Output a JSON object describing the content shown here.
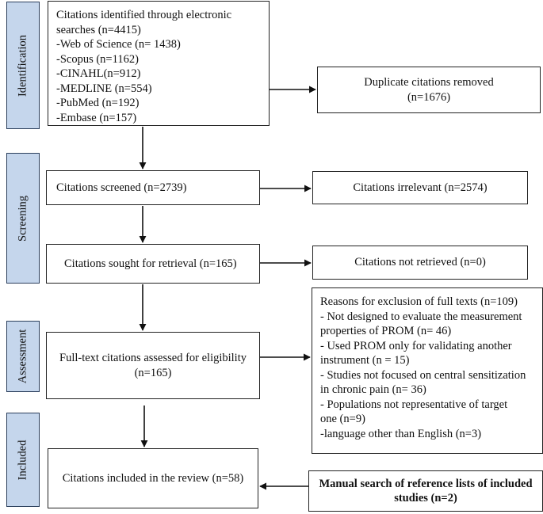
{
  "phases": {
    "identification": "Identification",
    "screening": "Screening",
    "assessment": "Assessment",
    "included": "Included"
  },
  "identified": {
    "lines": [
      "Citations identified through electronic",
      "searches (n=4415)",
      "-Web of Science (n= 1438)",
      "-Scopus (n=1162)",
      "-CINAHL(n=912)",
      "-MEDLINE (n=554)",
      "-PubMed (n=192)",
      "-Embase (n=157)"
    ]
  },
  "duplicates": {
    "line1": "Duplicate citations removed",
    "line2": "(n=1676)"
  },
  "screened": {
    "text": "Citations screened (n=2739)"
  },
  "irrelevant": {
    "text": "Citations irrelevant (n=2574)"
  },
  "retrieval": {
    "text": "Citations sought for retrieval (n=165)"
  },
  "not_retrieved": {
    "text": "Citations not retrieved (n=0)"
  },
  "fulltext": {
    "line1": "Full-text citations assessed for eligibility",
    "line2": "(n=165)"
  },
  "exclusions": {
    "lines": [
      "Reasons for exclusion of full texts (n=109)",
      "- Not designed to evaluate the measurement",
      "properties of PROM (n= 46)",
      "- Used PROM only for validating another",
      "instrument (n = 15)",
      "- Studies not focused on central sensitization",
      "in chronic pain (n= 36)",
      "- Populations not representative of target",
      "one (n=9)",
      "-language other than English (n=3)"
    ]
  },
  "included": {
    "text": "Citations included in the review (n=58)"
  },
  "manual": {
    "line1": "Manual search of reference lists of included",
    "line2": "studies (n=2)"
  }
}
